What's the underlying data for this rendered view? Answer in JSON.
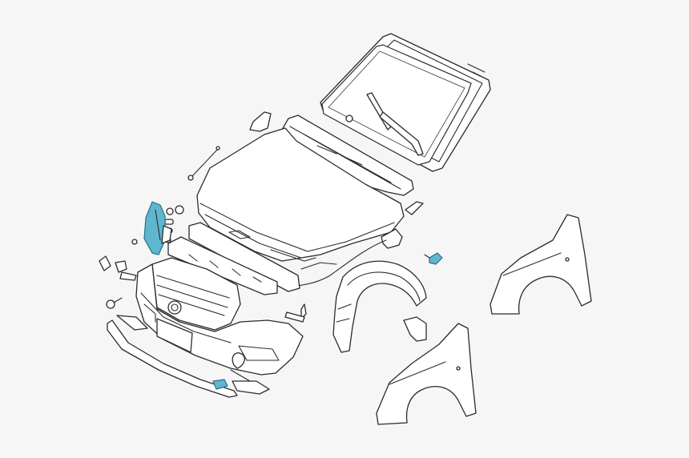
{
  "diagram": {
    "background": "#f6f6f6",
    "line_color": "#2b2b2b",
    "part_fill": "#ffffff",
    "highlight_color": "#5fb6cf",
    "highlight_stroke": "#2a6f86",
    "parts": [
      {
        "id": "windshield",
        "highlighted": false
      },
      {
        "id": "windshield-molding",
        "highlighted": false
      },
      {
        "id": "wiper-arm",
        "highlighted": false
      },
      {
        "id": "cowl-panel",
        "highlighted": false
      },
      {
        "id": "hood",
        "highlighted": false
      },
      {
        "id": "hood-hinge",
        "highlighted": false
      },
      {
        "id": "hood-prop-rod",
        "highlighted": false
      },
      {
        "id": "radiator-support",
        "highlighted": false
      },
      {
        "id": "headlamp-bracket",
        "highlighted": true
      },
      {
        "id": "front-bumper",
        "highlighted": false
      },
      {
        "id": "grille",
        "highlighted": false
      },
      {
        "id": "bumper-lip-trim",
        "highlighted": false
      },
      {
        "id": "fog-lamp",
        "highlighted": true
      },
      {
        "id": "side-marker-lamp",
        "highlighted": true
      },
      {
        "id": "wheel-arch-liner",
        "highlighted": false
      },
      {
        "id": "right-fender",
        "highlighted": false
      },
      {
        "id": "left-fender",
        "highlighted": false
      },
      {
        "id": "hood-release-cable",
        "highlighted": false
      }
    ]
  }
}
